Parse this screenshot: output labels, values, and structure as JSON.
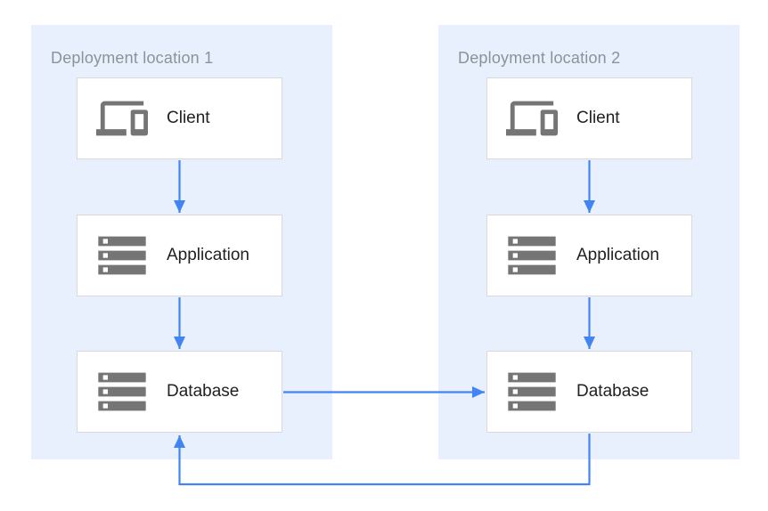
{
  "diagram": {
    "groups": [
      {
        "title": "Deployment location 1",
        "nodes": [
          {
            "label": "Client",
            "icon": "devices-icon"
          },
          {
            "label": "Application",
            "icon": "server-stack-icon"
          },
          {
            "label": "Database",
            "icon": "server-stack-icon"
          }
        ]
      },
      {
        "title": "Deployment location 2",
        "nodes": [
          {
            "label": "Client",
            "icon": "devices-icon"
          },
          {
            "label": "Application",
            "icon": "server-stack-icon"
          },
          {
            "label": "Database",
            "icon": "server-stack-icon"
          }
        ]
      }
    ],
    "edges": [
      {
        "from": "client-1",
        "to": "application-1",
        "direction": "down"
      },
      {
        "from": "application-1",
        "to": "database-1",
        "direction": "down"
      },
      {
        "from": "client-2",
        "to": "application-2",
        "direction": "down"
      },
      {
        "from": "application-2",
        "to": "database-2",
        "direction": "down"
      },
      {
        "from": "database-1",
        "to": "database-2",
        "direction": "right"
      },
      {
        "from": "database-2",
        "to": "database-1",
        "direction": "loop-bottom"
      }
    ],
    "colors": {
      "canvas_background": "#ffffff",
      "panel_background": "#e8f0fe",
      "node_background": "#ffffff",
      "node_border": "#d9d9d9",
      "arrow": "#4284f3",
      "icon": "#757575",
      "title_text": "#8d9297",
      "label_text": "#212121"
    }
  }
}
